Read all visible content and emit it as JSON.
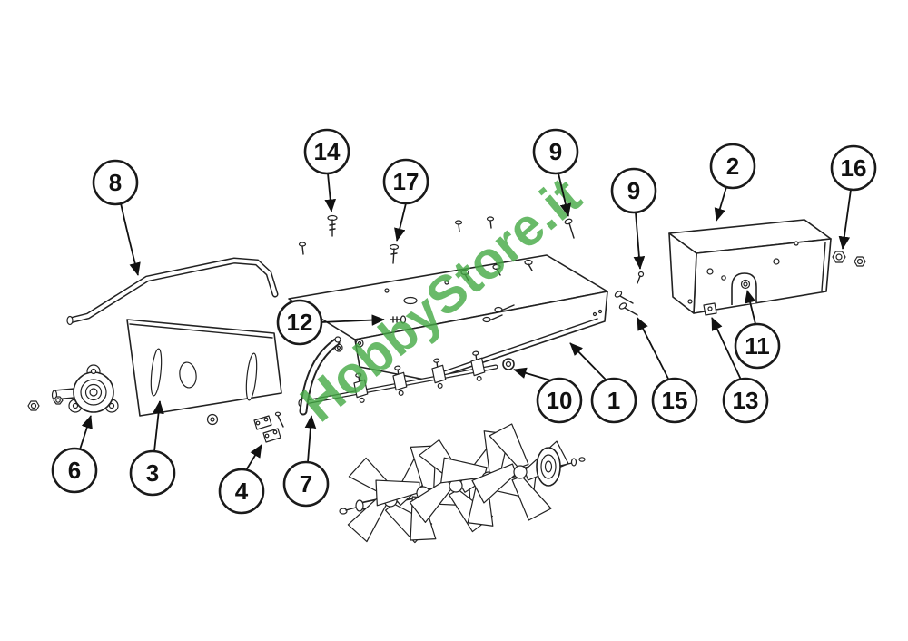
{
  "watermark": {
    "text": "HobbyStore.it",
    "color": "#44a944"
  },
  "callouts": [
    {
      "label": "8"
    },
    {
      "label": "14"
    },
    {
      "label": "17"
    },
    {
      "label": "9"
    },
    {
      "label": "9"
    },
    {
      "label": "2"
    },
    {
      "label": "16"
    },
    {
      "label": "12"
    },
    {
      "label": "10"
    },
    {
      "label": "1"
    },
    {
      "label": "15"
    },
    {
      "label": "13"
    },
    {
      "label": "11"
    },
    {
      "label": "6"
    },
    {
      "label": "3"
    },
    {
      "label": "4"
    },
    {
      "label": "7"
    }
  ]
}
